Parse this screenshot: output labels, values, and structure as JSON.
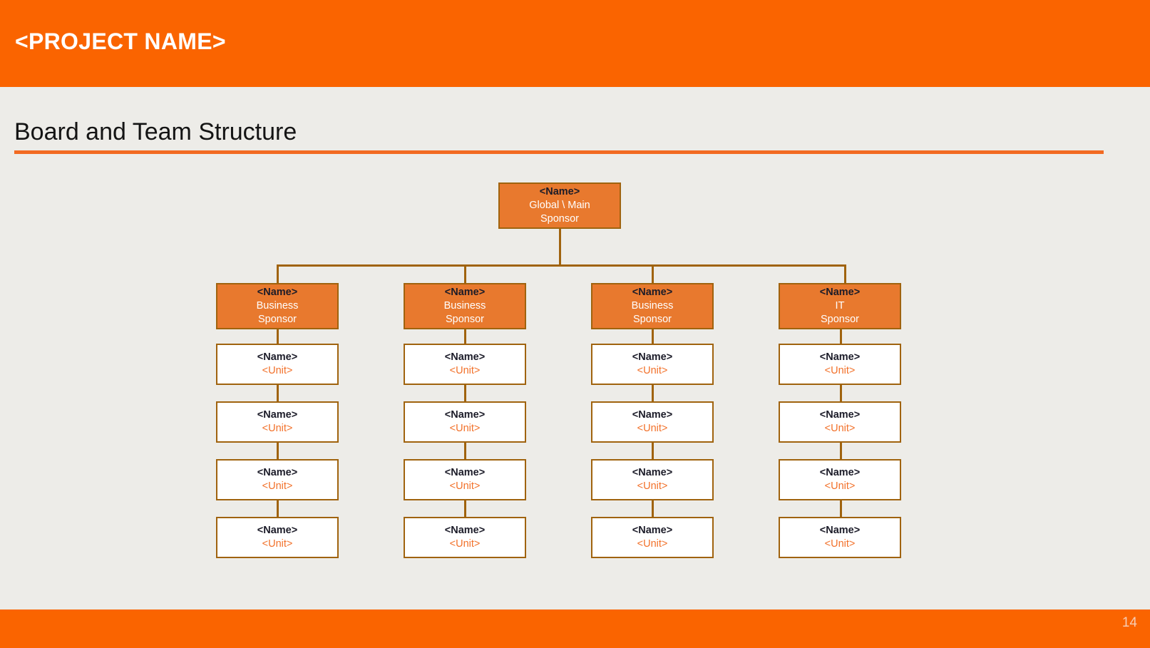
{
  "header": {
    "project_title": "<PROJECT NAME>",
    "bar_color": "#fa6400"
  },
  "slide": {
    "title": "Board and Team Structure",
    "background_color": "#edece8",
    "rule_color": "#f26a22"
  },
  "chart_data": {
    "type": "diagram",
    "title": "Board and Team Structure",
    "subtype": "org-chart",
    "node_fill_sponsor": "#e8792e",
    "node_fill_unit": "#ffffff",
    "node_border": "#a0630e",
    "unit_text_color": "#f2712a",
    "root": {
      "name": "<Name>",
      "role_line1": "Global \\ Main",
      "role_line2": "Sponsor"
    },
    "columns": [
      {
        "sponsor": {
          "name": "<Name>",
          "role_line1": "Business",
          "role_line2": "Sponsor"
        },
        "units": [
          {
            "name": "<Name>",
            "unit": "<Unit>"
          },
          {
            "name": "<Name>",
            "unit": "<Unit>"
          },
          {
            "name": "<Name>",
            "unit": "<Unit>"
          },
          {
            "name": "<Name>",
            "unit": "<Unit>"
          }
        ]
      },
      {
        "sponsor": {
          "name": "<Name>",
          "role_line1": "Business",
          "role_line2": "Sponsor"
        },
        "units": [
          {
            "name": "<Name>",
            "unit": "<Unit>"
          },
          {
            "name": "<Name>",
            "unit": "<Unit>"
          },
          {
            "name": "<Name>",
            "unit": "<Unit>"
          },
          {
            "name": "<Name>",
            "unit": "<Unit>"
          }
        ]
      },
      {
        "sponsor": {
          "name": "<Name>",
          "role_line1": "Business",
          "role_line2": "Sponsor"
        },
        "units": [
          {
            "name": "<Name>",
            "unit": "<Unit>"
          },
          {
            "name": "<Name>",
            "unit": "<Unit>"
          },
          {
            "name": "<Name>",
            "unit": "<Unit>"
          },
          {
            "name": "<Name>",
            "unit": "<Unit>"
          }
        ]
      },
      {
        "sponsor": {
          "name": "<Name>",
          "role_line1": "IT",
          "role_line2": "Sponsor"
        },
        "units": [
          {
            "name": "<Name>",
            "unit": "<Unit>"
          },
          {
            "name": "<Name>",
            "unit": "<Unit>"
          },
          {
            "name": "<Name>",
            "unit": "<Unit>"
          },
          {
            "name": "<Name>",
            "unit": "<Unit>"
          }
        ]
      }
    ]
  },
  "footer": {
    "page_number": "14",
    "bar_color": "#fa6400"
  }
}
